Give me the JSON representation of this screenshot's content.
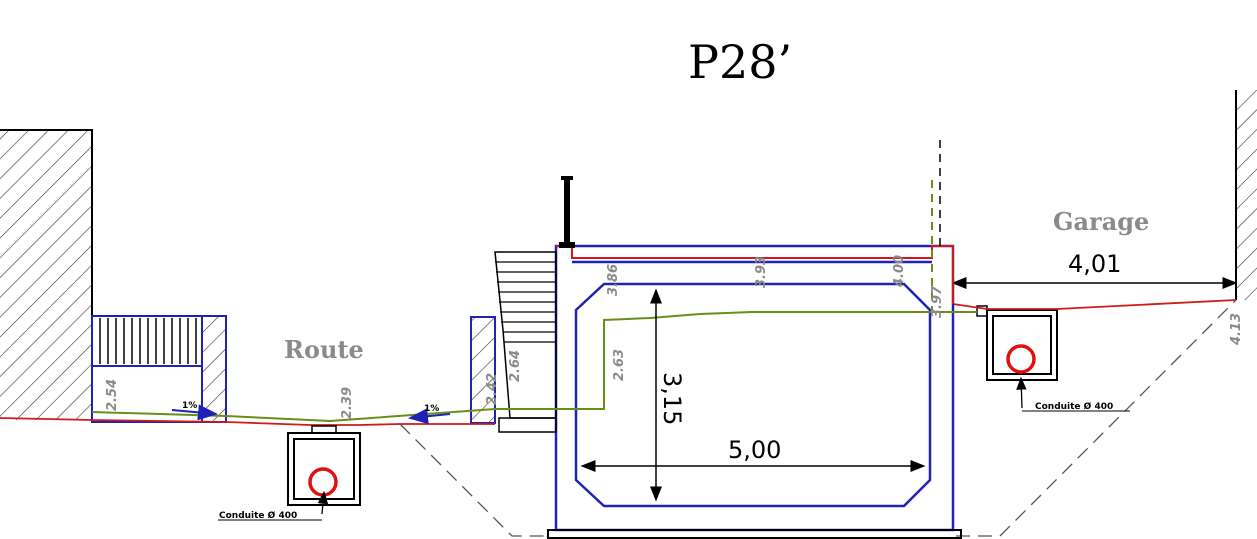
{
  "title": "P28’",
  "labels": {
    "route": "Route",
    "garage": "Garage",
    "conduit_left": "Conduite Ø 400",
    "conduit_right": "Conduite Ø 400",
    "slope_left": "1%",
    "slope_right": "1%"
  },
  "dimensions": {
    "culvert_width": "5,00",
    "culvert_height": "3,15",
    "garage_distance": "4,01"
  },
  "elevations": {
    "e254": "2.54",
    "e239": "2.39",
    "e242": "2.42",
    "e264": "2.64",
    "e263": "2.63",
    "e386": "3.86",
    "e393": "3.93",
    "e400": "4.00",
    "e397": "3.97",
    "e413": "4.13"
  },
  "colors": {
    "structure": "#1f22b4",
    "road": "#d01a1a",
    "water": "#6a8e1a",
    "pipe": "#e01010",
    "text_gray": "#8a8a8a"
  }
}
